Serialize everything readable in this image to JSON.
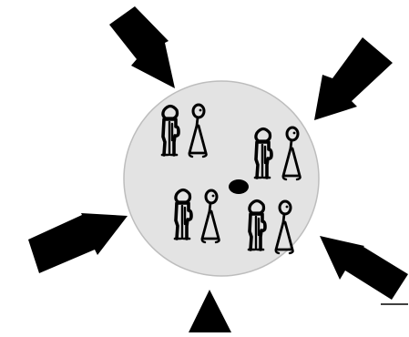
{
  "diagram": {
    "colors": {
      "background": "#ffffff",
      "disc_fill": "#e3e3e3",
      "disc_stroke": "#bdbdbd",
      "ink": "#000000"
    },
    "shapes": {
      "disc": "circle",
      "center_marker": "filled-oval",
      "arrows": [
        "arrow-top-left",
        "arrow-top-right",
        "arrow-left",
        "arrow-bottom-right",
        "triangle-bottom"
      ],
      "figures": [
        "figure-pair-top-left",
        "figure-pair-top-right",
        "figure-pair-bottom-left",
        "figure-pair-bottom-right"
      ]
    },
    "arrow_count": 5,
    "figure_count": 8
  }
}
